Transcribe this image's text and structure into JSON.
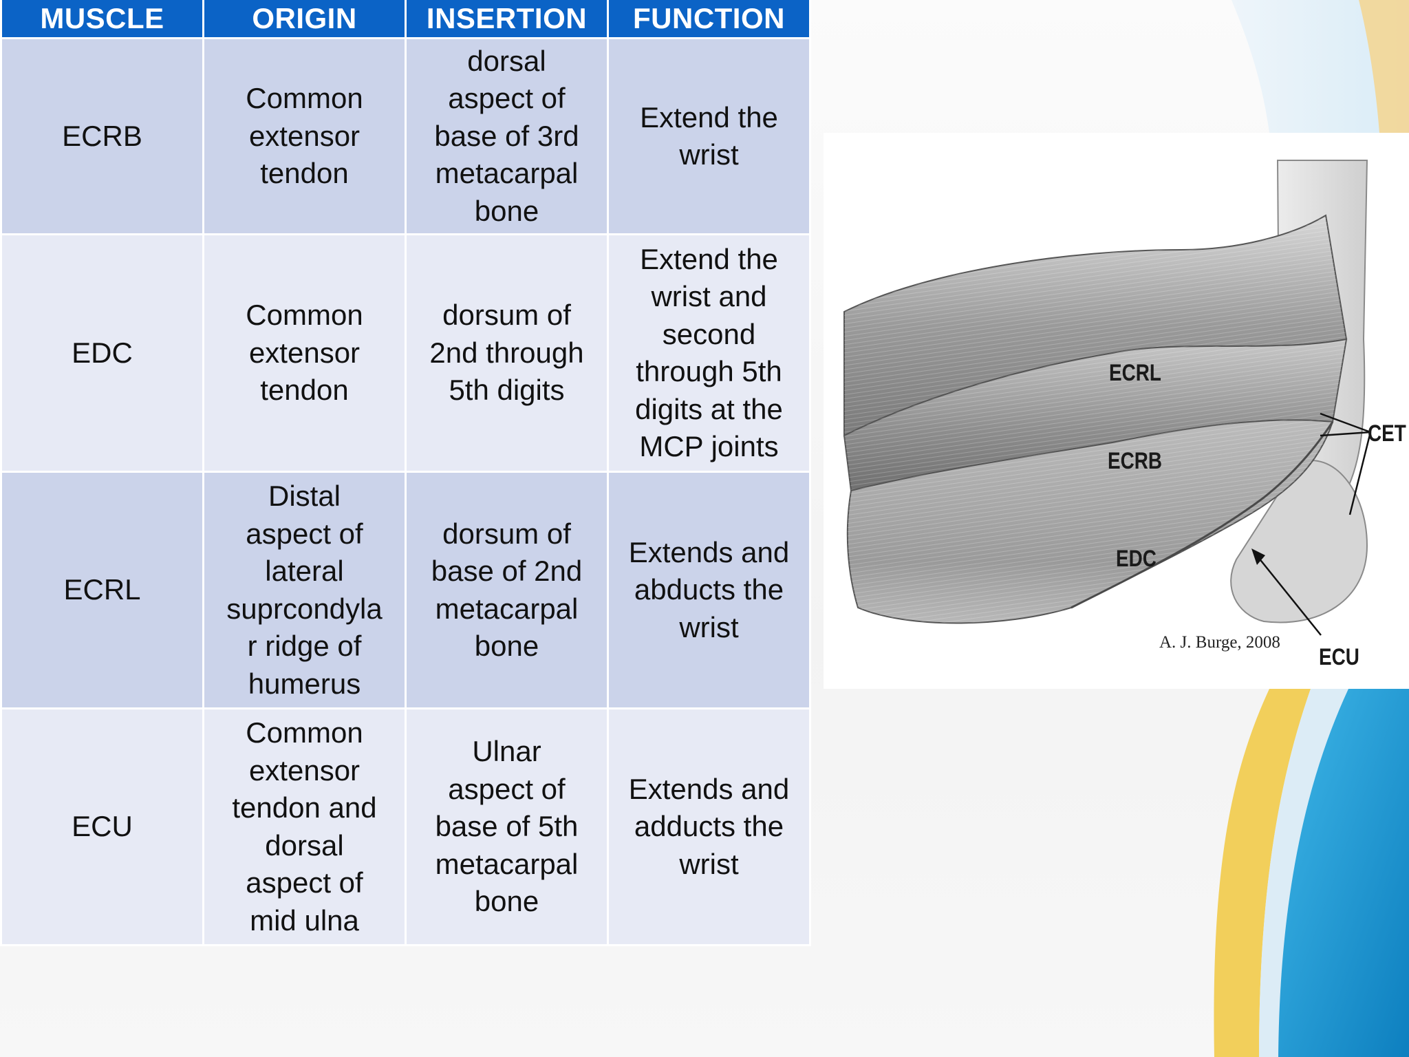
{
  "table": {
    "headers": [
      "MUSCLE",
      "ORIGIN",
      "INSERTION",
      "FUNCTION"
    ],
    "rows": [
      {
        "muscle": "ECRB",
        "origin": [
          "Common",
          "extensor",
          "tendon"
        ],
        "insertion": [
          "dorsal",
          "aspect of",
          "base of 3rd",
          "metacarpal",
          "bone"
        ],
        "function": [
          "Extend the",
          "wrist"
        ]
      },
      {
        "muscle": "EDC",
        "origin": [
          "Common",
          "extensor",
          "tendon"
        ],
        "insertion": [
          "dorsum of",
          "2nd through",
          "5th digits"
        ],
        "function": [
          "Extend the",
          "wrist and",
          "second",
          "through 5th",
          "digits at the",
          "MCP joints"
        ]
      },
      {
        "muscle": "ECRL",
        "origin": [
          "Distal",
          "aspect of",
          "lateral",
          "suprcondyla",
          "r ridge of",
          "humerus"
        ],
        "insertion": [
          "dorsum of",
          "base of 2nd",
          "metacarpal",
          "bone"
        ],
        "function": [
          "Extends and",
          "abducts the",
          "wrist"
        ]
      },
      {
        "muscle": "ECU",
        "origin": [
          "Common",
          "extensor",
          "tendon and",
          "dorsal",
          "aspect of",
          "mid ulna"
        ],
        "insertion": [
          "Ulnar",
          "aspect of",
          "base of 5th",
          "metacarpal",
          "bone"
        ],
        "function": [
          "Extends and",
          "adducts the",
          "wrist"
        ]
      }
    ]
  },
  "figure": {
    "labels": {
      "ecrl": "ECRL",
      "ecrb": "ECRB",
      "edc": "EDC",
      "cet": "CET",
      "ecu": "ECU"
    },
    "credit": "A. J. Burge, 2008"
  },
  "colors": {
    "header": "#0b63c6",
    "row_dark": "#cbd3ea",
    "row_light": "#e7eaf5",
    "accent_yellow": "#f2cf5b",
    "accent_blue": "#1b9ad6"
  }
}
